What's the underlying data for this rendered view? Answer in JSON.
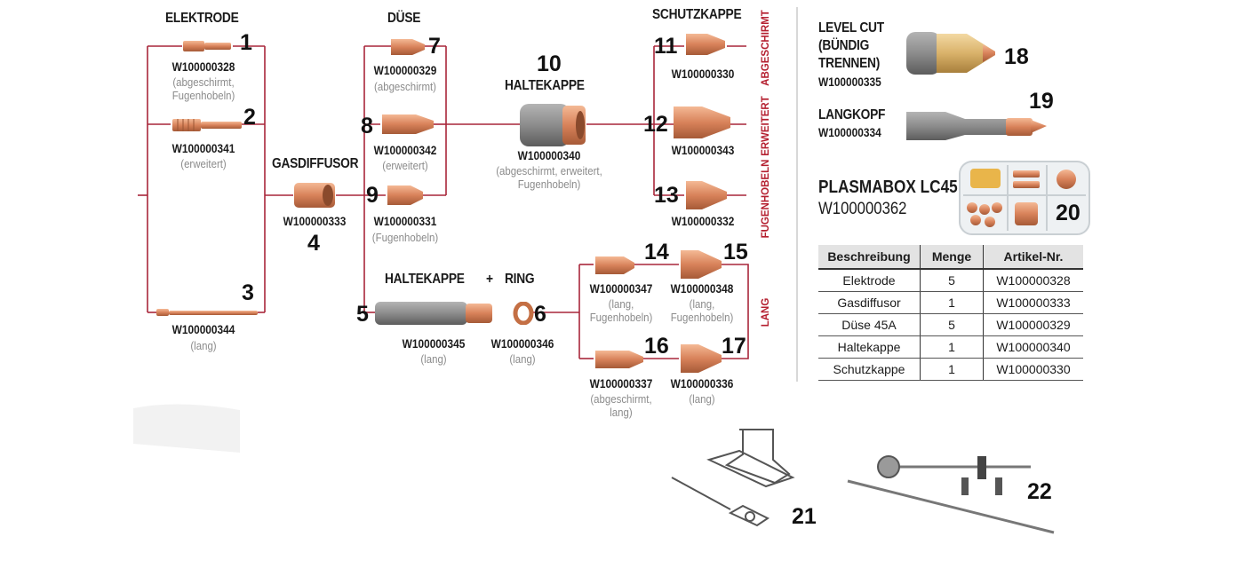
{
  "headers": {
    "elektrode": "ELEKTRODE",
    "duese": "DÜSE",
    "schutzkappe": "SCHUTZKAPPE",
    "haltekappe": "HALTEKAPPE",
    "gasdiffusor": "GASDIFFUSOR",
    "haltekappe_ring_a": "HALTEKAPPE",
    "plus": "+",
    "haltekappe_ring_b": "RING"
  },
  "side_labels": {
    "abgeschirmt": "ABGESCHIRMT",
    "erweitert": "ERWEITERT",
    "fugenhobeln": "FUGENHOBELN",
    "lang": "LANG"
  },
  "parts": [
    {
      "num": "1",
      "code": "W100000328",
      "note": "(abgeschirmt,\nFugenhobeln)"
    },
    {
      "num": "2",
      "code": "W100000341",
      "note": "(erweitert)"
    },
    {
      "num": "3",
      "code": "W100000344",
      "note": "(lang)"
    },
    {
      "num": "4",
      "code": "W100000333",
      "note": ""
    },
    {
      "num": "5",
      "code": "W100000345",
      "note": "(lang)"
    },
    {
      "num": "6",
      "code": "W100000346",
      "note": "(lang)"
    },
    {
      "num": "7",
      "code": "W100000329",
      "note": "(abgeschirmt)"
    },
    {
      "num": "8",
      "code": "W100000342",
      "note": "(erweitert)"
    },
    {
      "num": "9",
      "code": "W100000331",
      "note": "(Fugenhobeln)"
    },
    {
      "num": "10",
      "code": "W100000340",
      "note": "(abgeschirmt, erweitert,\nFugenhobeln)"
    },
    {
      "num": "11",
      "code": "W100000330",
      "note": ""
    },
    {
      "num": "12",
      "code": "W100000343",
      "note": ""
    },
    {
      "num": "13",
      "code": "W100000332",
      "note": ""
    },
    {
      "num": "14",
      "code": "W100000347",
      "note": "(lang,\nFugenhobeln)"
    },
    {
      "num": "15",
      "code": "W100000348",
      "note": "(lang,\nFugenhobeln)"
    },
    {
      "num": "16",
      "code": "W100000337",
      "note": "(abgeschirmt,\nlang)"
    },
    {
      "num": "17",
      "code": "W100000336",
      "note": "(lang)"
    }
  ],
  "right_panel": {
    "level_cut": {
      "title": "LEVEL CUT\n(BÜNDIG\nTRENNEN)",
      "code": "W100000335",
      "num": "18"
    },
    "langkopf": {
      "title": "LANGKOPF",
      "code": "W100000334",
      "num": "19"
    },
    "plasmabox": {
      "title": "PLASMABOX LC45",
      "code": "W100000362",
      "num": "20"
    }
  },
  "table": {
    "headers": [
      "Beschreibung",
      "Menge",
      "Artikel-Nr."
    ],
    "rows": [
      [
        "Elektrode",
        "5",
        "W100000328"
      ],
      [
        "Gasdiffusor",
        "1",
        "W100000333"
      ],
      [
        "Düse 45A",
        "5",
        "W100000329"
      ],
      [
        "Haltekappe",
        "1",
        "W100000340"
      ],
      [
        "Schutzkappe",
        "1",
        "W100000330"
      ]
    ]
  },
  "accessories": [
    {
      "num": "21"
    },
    {
      "num": "22"
    }
  ],
  "colors": {
    "connector": "#a8263a",
    "side_label": "#b41f2f",
    "copper": "#d8825a",
    "ceramic": "#8c8c8c"
  }
}
